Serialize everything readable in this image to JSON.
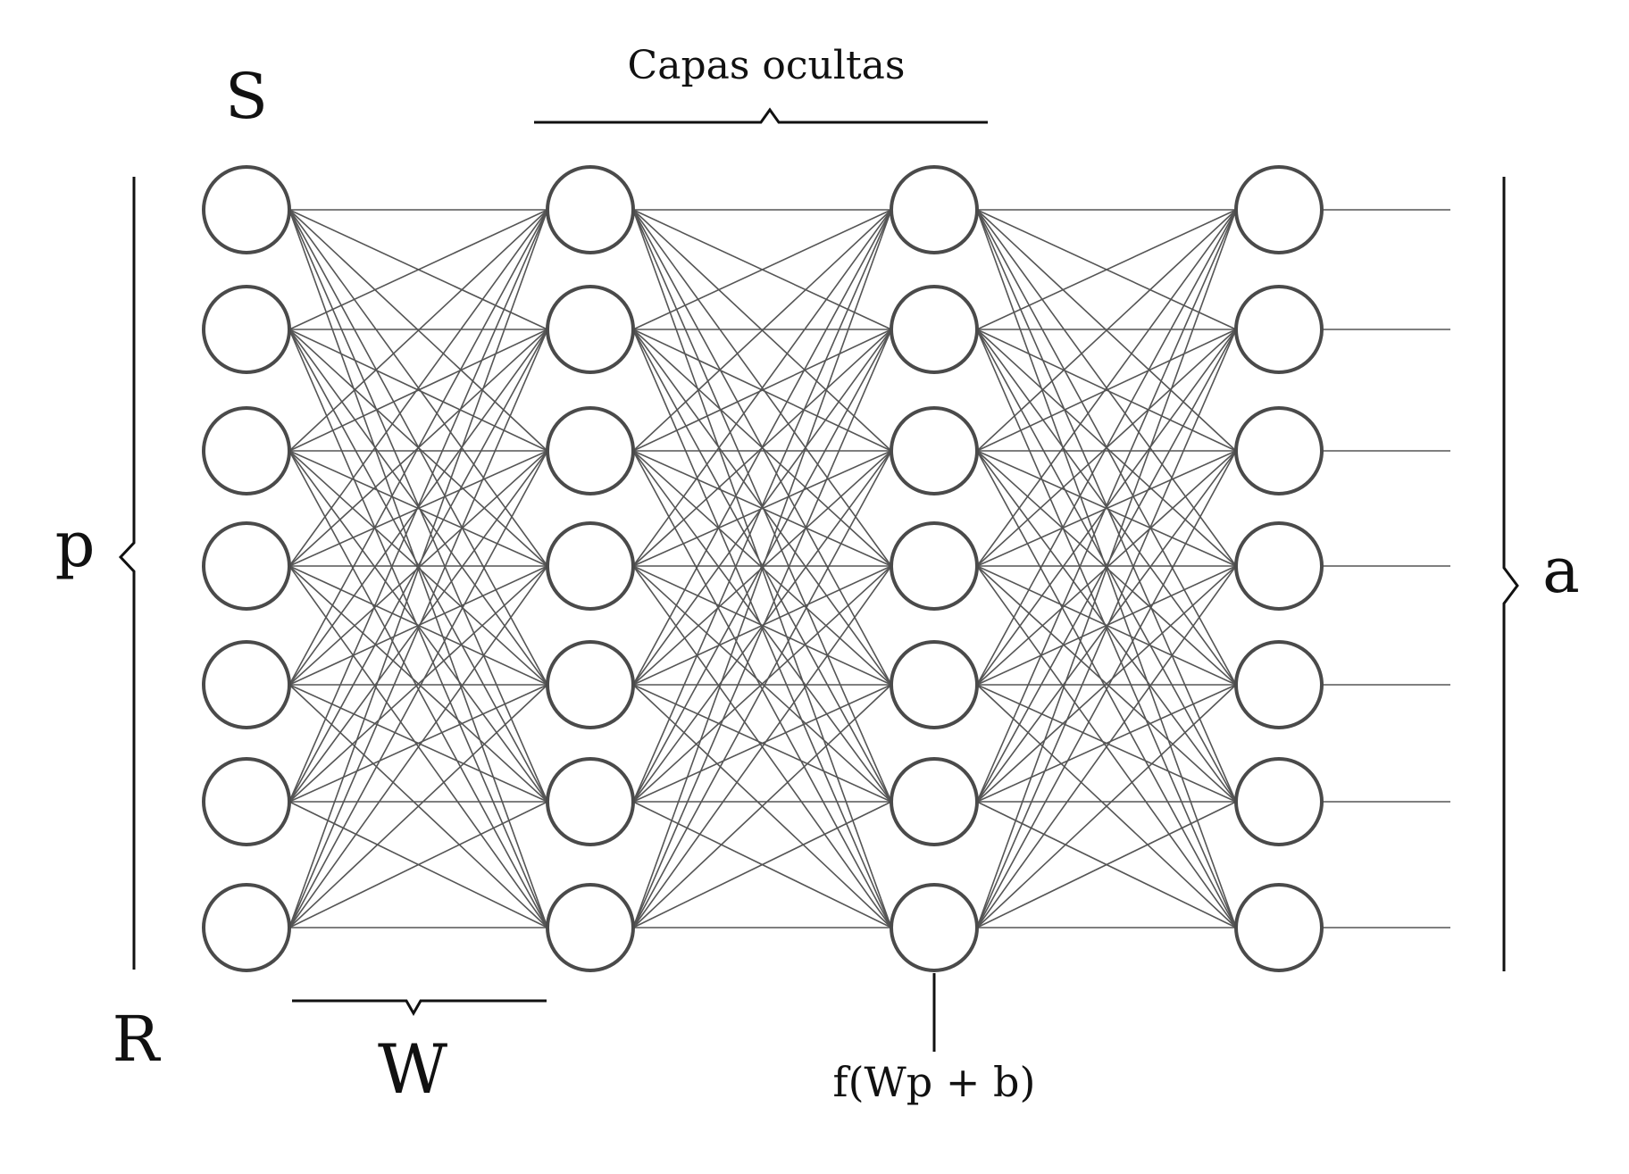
{
  "labels": {
    "hidden_layers": "Capas ocultas",
    "s": "S",
    "p": "p",
    "r": "R",
    "w": "W",
    "a": "a",
    "function": "f(Wp + b)"
  },
  "network": {
    "layers": 4,
    "neurons_per_layer": 7,
    "fully_connected": true,
    "outputs": 7
  },
  "colors": {
    "node_stroke": "#4a4a4a",
    "edge": "#555555",
    "bracket": "#111111",
    "text": "#111111"
  }
}
